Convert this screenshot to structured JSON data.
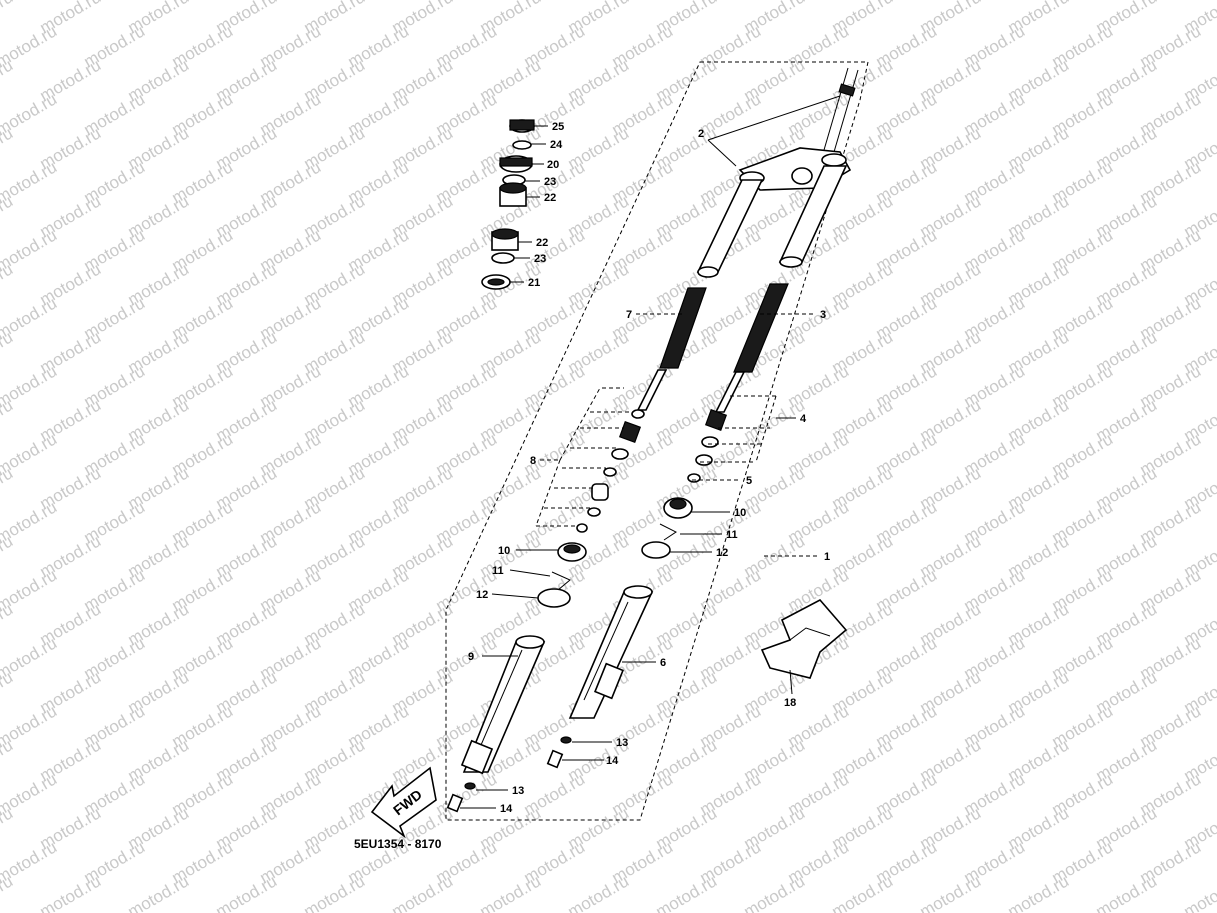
{
  "watermark": {
    "text": "motod.ru",
    "color": "#c9c9c9"
  },
  "diagram_code": "5EU1354 - 8170",
  "fwd_arrow": {
    "label": "FWD"
  },
  "callouts": {
    "c1": "1",
    "c2": "2",
    "c3": "3",
    "c4": "4",
    "c5": "5",
    "c6": "6",
    "c7": "7",
    "c8": "8",
    "c9": "9",
    "c10a": "10",
    "c10b": "10",
    "c11a": "11",
    "c11b": "11",
    "c12a": "12",
    "c12b": "12",
    "c13a": "13",
    "c13b": "13",
    "c14a": "14",
    "c14b": "14",
    "c18": "18",
    "c20": "20",
    "c21": "21",
    "c22a": "22",
    "c22b": "22",
    "c23a": "23",
    "c23b": "23",
    "c24": "24",
    "c25": "25"
  }
}
